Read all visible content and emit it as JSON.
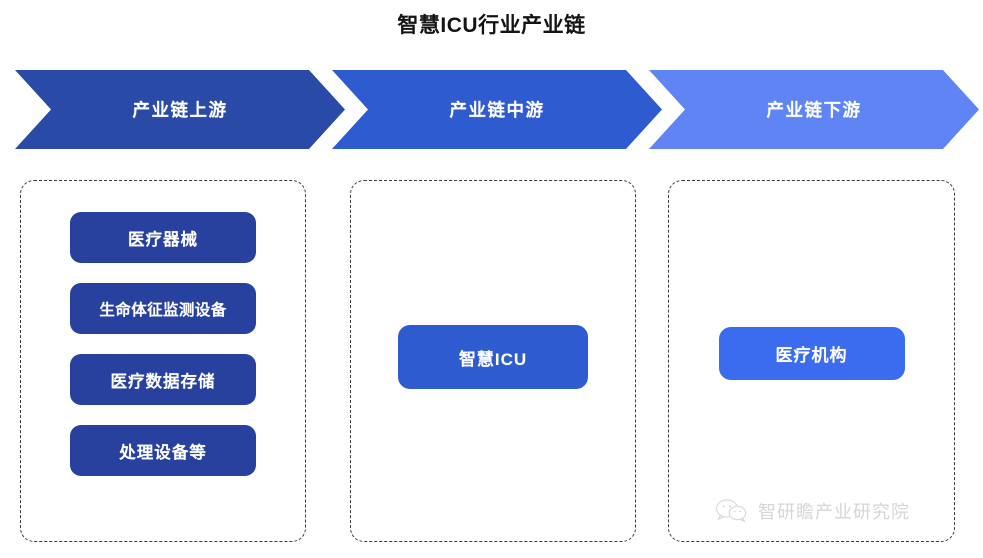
{
  "page": {
    "title": "智慧ICU行业产业链",
    "background": "#ffffff"
  },
  "colors": {
    "upstream": "#2A4AA8",
    "midstream": "#2F5BD0",
    "downstream": "#5F85F5",
    "pill_upstream": "#28409E",
    "pill_midstream": "#2F5BD0",
    "pill_downstream": "#3B6BEF",
    "dashed_border": "#3a3a3a",
    "title_text": "#141414",
    "watermark_text": "#b9bcc2"
  },
  "chevrons": [
    {
      "label": "产业链上游",
      "color": "#2A4AA8"
    },
    {
      "label": "产业链中游",
      "color": "#2F5BD0"
    },
    {
      "label": "产业链下游",
      "color": "#5F85F5"
    }
  ],
  "columns": {
    "upstream": {
      "items": [
        {
          "label": "医疗器械"
        },
        {
          "label": "生命体征监测设备"
        },
        {
          "label": "医疗数据存储"
        },
        {
          "label": "处理设备等"
        }
      ]
    },
    "midstream": {
      "items": [
        {
          "label": "智慧ICU"
        }
      ]
    },
    "downstream": {
      "items": [
        {
          "label": "医疗机构"
        }
      ]
    }
  },
  "watermark": {
    "icon": "wechat-icon",
    "text": "智研瞻产业研究院"
  }
}
